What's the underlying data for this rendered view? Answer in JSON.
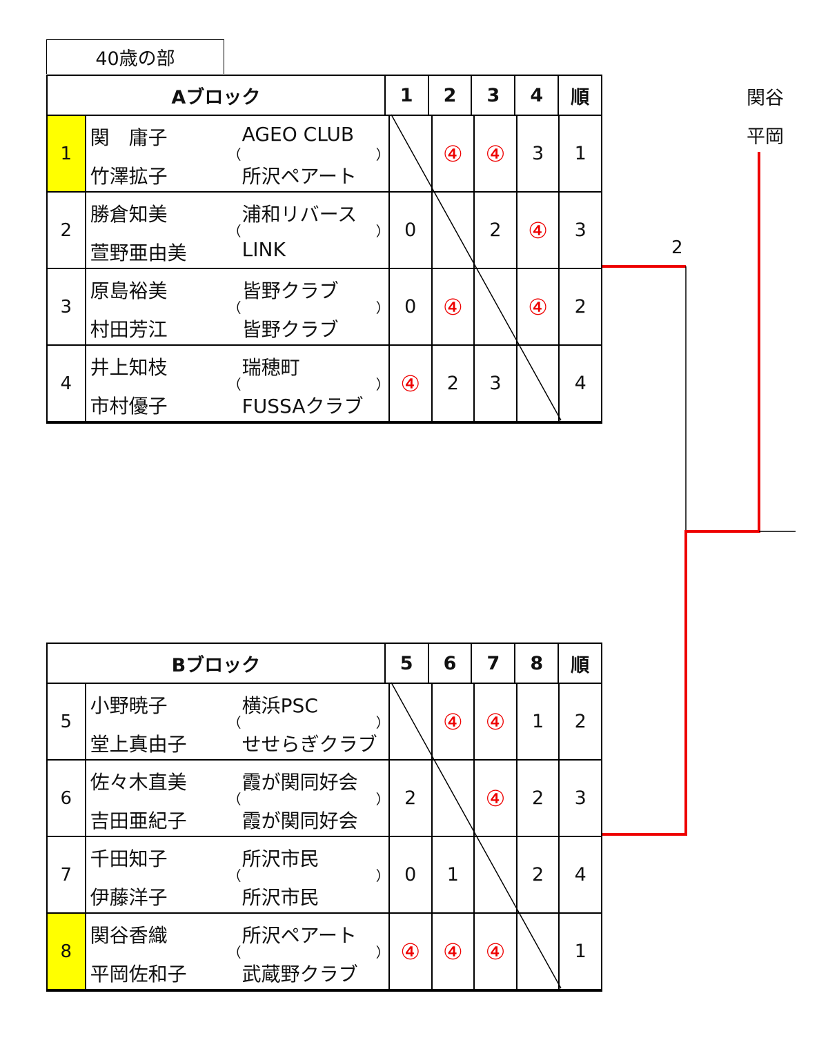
{
  "title": "40歳の部",
  "blocks": [
    {
      "name": "Aブロック",
      "cols": [
        "1",
        "2",
        "3",
        "4"
      ],
      "rank_label": "順",
      "rows": [
        {
          "no": "1",
          "highlight": true,
          "players": [
            "関　庸子",
            "竹澤拡子"
          ],
          "teams": [
            "AGEO CLUB",
            "所沢ペアート"
          ],
          "scores": [
            "",
            "④",
            "④",
            "3"
          ],
          "rank": "1"
        },
        {
          "no": "2",
          "highlight": false,
          "players": [
            "勝倉知美",
            "萱野亜由美"
          ],
          "teams": [
            "浦和リバース",
            "LINK"
          ],
          "scores": [
            "0",
            "",
            "2",
            "④"
          ],
          "rank": "3"
        },
        {
          "no": "3",
          "highlight": false,
          "players": [
            "原島裕美",
            "村田芳江"
          ],
          "teams": [
            "皆野クラブ",
            "皆野クラブ"
          ],
          "scores": [
            "0",
            "④",
            "",
            "④"
          ],
          "rank": "2"
        },
        {
          "no": "4",
          "highlight": false,
          "players": [
            "井上知枝",
            "市村優子"
          ],
          "teams": [
            "瑞穂町",
            "FUSSAクラブ"
          ],
          "scores": [
            "④",
            "2",
            "3",
            ""
          ],
          "rank": "4"
        }
      ]
    },
    {
      "name": "Bブロック",
      "cols": [
        "5",
        "6",
        "7",
        "8"
      ],
      "rank_label": "順",
      "rows": [
        {
          "no": "5",
          "highlight": false,
          "players": [
            "小野暁子",
            "堂上真由子"
          ],
          "teams": [
            "横浜PSC",
            "せせらぎクラブ"
          ],
          "scores": [
            "",
            "④",
            "④",
            "1"
          ],
          "rank": "2"
        },
        {
          "no": "6",
          "highlight": false,
          "players": [
            "佐々木直美",
            "吉田亜紀子"
          ],
          "teams": [
            "霞が関同好会",
            "霞が関同好会"
          ],
          "scores": [
            "2",
            "",
            "④",
            "2"
          ],
          "rank": "3"
        },
        {
          "no": "7",
          "highlight": false,
          "players": [
            "千田知子",
            "伊藤洋子"
          ],
          "teams": [
            "所沢市民",
            "所沢市民"
          ],
          "scores": [
            "0",
            "1",
            "",
            "2"
          ],
          "rank": "4"
        },
        {
          "no": "8",
          "highlight": true,
          "players": [
            "関谷香織",
            "平岡佐和子"
          ],
          "teams": [
            "所沢ペアート",
            "武蔵野クラブ"
          ],
          "scores": [
            "④",
            "④",
            "④",
            ""
          ],
          "rank": "1"
        }
      ]
    }
  ],
  "bracket": {
    "score": "2",
    "winner": [
      "関谷",
      "平岡"
    ]
  },
  "paren_open": "（",
  "paren_close": "）",
  "colors": {
    "highlight": "#ffff00",
    "win": "#e00000",
    "line": "#ee0000"
  }
}
